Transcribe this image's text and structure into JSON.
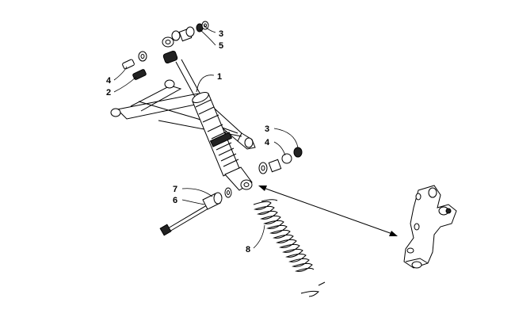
{
  "callouts": {
    "c1": "1",
    "c2": "2",
    "c3a": "3",
    "c3b": "3",
    "c4a": "4",
    "c4b": "4",
    "c5": "5",
    "c6": "6",
    "c7": "7",
    "c8": "8"
  },
  "colors": {
    "line": "#000000",
    "background": "#ffffff"
  }
}
